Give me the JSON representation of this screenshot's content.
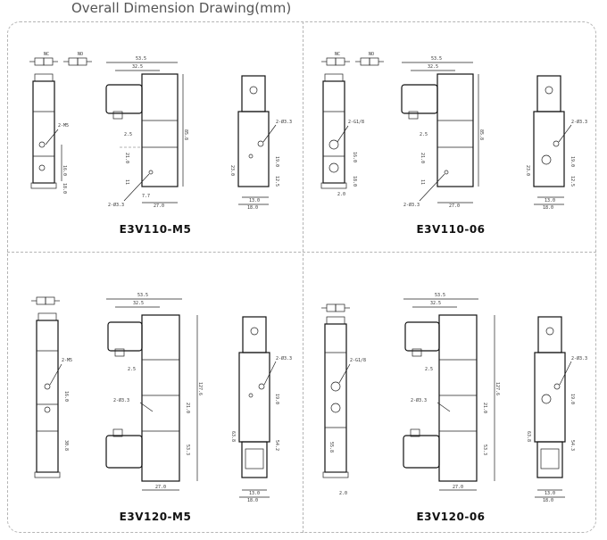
{
  "title": "Overall Dimension Drawing(mm)",
  "panels": [
    {
      "model": "E3V110-M5",
      "symbols": [
        "NC",
        "NO"
      ],
      "port_label": "2-M5",
      "dims": {
        "w1": "53.5",
        "w2": "32.5",
        "h1": "85.8",
        "d1": "2.5",
        "d2": "21.0",
        "d3": "11",
        "d4": "27.0",
        "d5": "7.7",
        "hole": "2-Ø3.3",
        "s1": "16.0",
        "s2": "18.0",
        "side_hole": "2-Ø3.3",
        "sh1": "19.0",
        "sh2": "12.5",
        "sh3": "23.0",
        "sw1": "13.0",
        "sw2": "18.0"
      }
    },
    {
      "model": "E3V110-06",
      "symbols": [
        "NC",
        "NO"
      ],
      "port_label": "2-G1/8",
      "dims": {
        "w1": "53.5",
        "w2": "32.5",
        "h1": "85.8",
        "d1": "2.5",
        "d2": "21.0",
        "d3": "11",
        "d4": "27.0",
        "d5": "2.0",
        "hole": "2-Ø3.3",
        "s1": "16.0",
        "s2": "18.0",
        "side_hole": "2-Ø3.3",
        "sh1": "19.0",
        "sh2": "12.5",
        "sh3": "23.0",
        "sw1": "13.0",
        "sw2": "18.0"
      }
    },
    {
      "model": "E3V120-M5",
      "symbols": [],
      "port_label": "2-M5",
      "dims": {
        "w1": "53.5",
        "w2": "32.5",
        "h1": "127.6",
        "d1": "2.5",
        "d2": "21.0",
        "d3": "53.3",
        "d4": "27.0",
        "d5": "30.8",
        "hole": "2-Ø3.3",
        "s1": "16.0",
        "s2": "63.8",
        "side_hole": "2-Ø3.3",
        "sh1": "19.0",
        "sh2": "54.2",
        "sh3": "63.8",
        "sw1": "13.0",
        "sw2": "18.0"
      }
    },
    {
      "model": "E3V120-06",
      "symbols": [],
      "port_label": "2-G1/8",
      "dims": {
        "w1": "53.5",
        "w2": "32.5",
        "h1": "127.6",
        "d1": "2.5",
        "d2": "21.0",
        "d3": "53.3",
        "d4": "27.0",
        "d5": "55.8",
        "hole": "2-Ø3.3",
        "s1": "2.0",
        "s2": "63.8",
        "side_hole": "2-Ø3.3",
        "sh1": "19.0",
        "sh2": "54.3",
        "sh3": "63.8",
        "sw1": "13.0",
        "sw2": "18.0"
      }
    }
  ]
}
